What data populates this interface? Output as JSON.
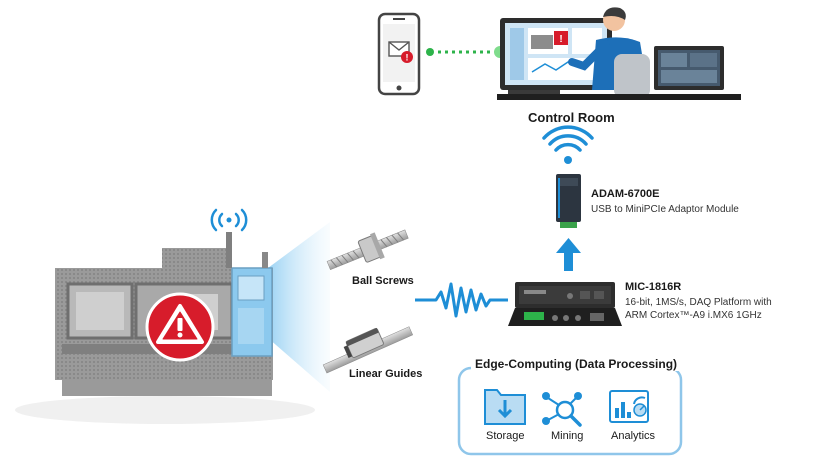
{
  "control_room": {
    "label": "Control Room"
  },
  "adam": {
    "title": "ADAM-6700E",
    "subtitle": "USB to MiniPCIe Adaptor Module"
  },
  "mic": {
    "title": "MIC-1816R",
    "line1": "16-bit, 1MS/s, DAQ Platform with",
    "line2": "ARM Cortex™-A9 i.MX6 1GHz"
  },
  "components": {
    "ball_screws": "Ball Screws",
    "linear_guides": "Linear Guides"
  },
  "edge": {
    "title": "Edge-Computing (Data Processing)",
    "items": [
      {
        "label": "Storage",
        "icon": "folder-download-icon"
      },
      {
        "label": "Mining",
        "icon": "network-search-icon"
      },
      {
        "label": "Analytics",
        "icon": "dashboard-chart-icon"
      }
    ]
  },
  "colors": {
    "accent_blue": "#1e8ed6",
    "edge_border": "#8fc6ea",
    "alert_red": "#d71c2b",
    "signal_green": "#2db34a",
    "machine_gray": "#8e8e8e"
  }
}
